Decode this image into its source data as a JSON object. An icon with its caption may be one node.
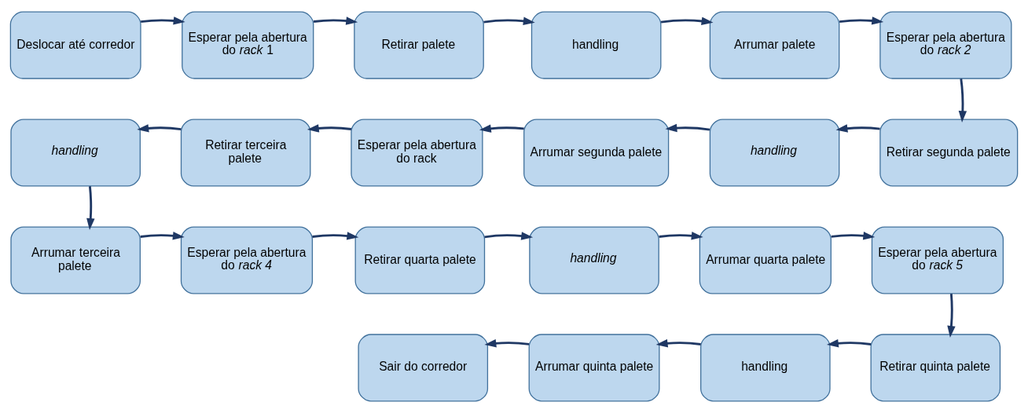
{
  "diagram": {
    "nodes": [
      {
        "text": [
          "Deslocar até corredor"
        ]
      },
      {
        "text": [
          "Esperar pela abertura do *rack* 1"
        ]
      },
      {
        "text": [
          "Retirar palete"
        ]
      },
      {
        "text": [
          "handling"
        ]
      },
      {
        "text": [
          "Arrumar palete"
        ]
      },
      {
        "text": [
          "Esperar pela abertura do *rack 2*"
        ]
      },
      {
        "text": [
          "Retirar segunda palete"
        ]
      },
      {
        "text": [
          "handling"
        ]
      },
      {
        "text": [
          "Arrumar segunda palete"
        ]
      },
      {
        "text": [
          "Esperar pela abertura do rack"
        ]
      },
      {
        "text": [
          "Retirar terceira palete"
        ]
      },
      {
        "text": [
          "handling"
        ]
      },
      {
        "text": [
          "Arrumar terceira palete"
        ]
      },
      {
        "text": [
          "Esperar pela abertura do *rack 4*"
        ]
      },
      {
        "text": [
          "Retirar quarta palete"
        ]
      },
      {
        "text": [
          "handling"
        ]
      },
      {
        "text": [
          "Arrumar quarta palete"
        ]
      },
      {
        "text": [
          "Esperar pela abertura do *rack 5*"
        ]
      },
      {
        "text": [
          "Retirar quinta palete"
        ]
      },
      {
        "text": [
          "handling"
        ]
      },
      {
        "text": [
          "Arrumar quinta palete"
        ]
      },
      {
        "text": [
          "Sair do corredor"
        ]
      }
    ],
    "edges": [
      {
        "from": 0,
        "to": 1,
        "arrow": "to"
      },
      {
        "from": 1,
        "to": 2,
        "arrow": "to"
      },
      {
        "from": 2,
        "to": 3,
        "arrow": "to"
      },
      {
        "from": 3,
        "to": 4,
        "arrow": "to"
      },
      {
        "from": 4,
        "to": 5,
        "arrow": "to"
      },
      {
        "from": 5,
        "to": 6,
        "arrow": "to"
      },
      {
        "from": 6,
        "to": 7,
        "arrow": "to"
      },
      {
        "from": 7,
        "to": 8,
        "arrow": "to"
      },
      {
        "from": 8,
        "to": 9,
        "arrow": "to"
      },
      {
        "from": 9,
        "to": 10,
        "arrow": "to"
      },
      {
        "from": 10,
        "to": 11,
        "arrow": "to"
      },
      {
        "from": 11,
        "to": 12,
        "arrow": "to"
      },
      {
        "from": 12,
        "to": 13,
        "arrow": "to"
      },
      {
        "from": 13,
        "to": 14,
        "arrow": "to"
      },
      {
        "from": 14,
        "to": 15,
        "arrow": "to"
      },
      {
        "from": 15,
        "to": 16,
        "arrow": "to"
      },
      {
        "from": 16,
        "to": 17,
        "arrow": "to"
      },
      {
        "from": 17,
        "to": 18,
        "arrow": "to"
      },
      {
        "from": 18,
        "to": 19,
        "arrow": "to"
      },
      {
        "from": 19,
        "to": 20,
        "arrow": "to"
      },
      {
        "from": 20,
        "to": 21,
        "arrow": "to"
      }
    ]
  }
}
